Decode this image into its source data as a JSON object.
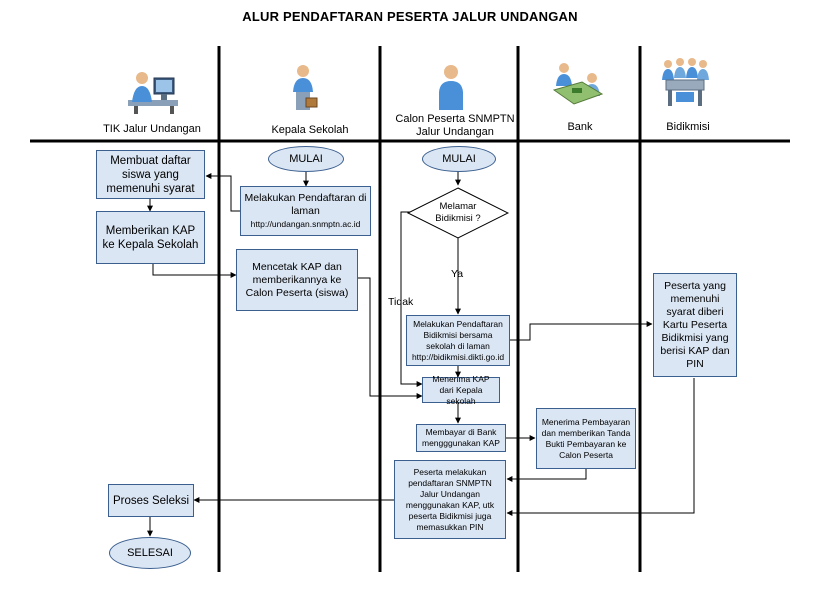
{
  "title": "ALUR PENDAFTARAN PESERTA JALUR UNDANGAN",
  "lanes": [
    {
      "label": "TIK Jalur Undangan",
      "icon": "computer-user-icon"
    },
    {
      "label": "Kepala Sekolah",
      "icon": "businessman-icon"
    },
    {
      "label": "Calon Peserta SNMPTN Jalur Undangan",
      "icon": "person-icon"
    },
    {
      "label": "Bank",
      "icon": "bank-teller-icon"
    },
    {
      "label": "Bidikmisi",
      "icon": "meeting-group-icon"
    }
  ],
  "nodes": {
    "tik_buat_daftar": "Membuat daftar siswa yang memenuhi syarat",
    "tik_beri_kap": "Memberikan KAP ke Kepala Sekolah",
    "tik_proses": "Proses Seleksi",
    "tik_selesai": "SELESAI",
    "ks_mulai": "MULAI",
    "ks_daftar": "Melakukan Pendaftaran di laman",
    "ks_daftar_url": "http://undangan.snmptn.ac.id",
    "ks_cetak": "Mencetak KAP dan memberikannya ke Calon Peserta (siswa)",
    "cp_mulai": "MULAI",
    "cp_decision": "Melamar Bidikmisi ?",
    "cp_daftar_bidik": "Melakukan Pendaftaran Bidikmisi bersama sekolah di laman",
    "cp_daftar_bidik_url": "http://bidikmisi.dikti.go.id",
    "cp_terima_kap": "Menerima KAP dari Kepala sekolah",
    "cp_bayar": "Membayar di Bank mengggunakan KAP",
    "cp_daftar_snmptn": "Peserta melakukan pendaftaran SNMPTN Jalur Undangan menggunakan KAP, utk peserta Bidikmisi juga memasukkan PIN",
    "bank_terima": "Menerima Pembayaran dan memberikan Tanda Bukti Pembayaran ke Calon Peserta",
    "bidik_beri_kartu": "Peserta yang memenuhi syarat diberi Kartu Peserta Bidikmisi yang berisi KAP dan PIN"
  },
  "branch_labels": {
    "yes": "Ya",
    "no": "Tidak"
  },
  "colors": {
    "box_fill": "#dbe6f4",
    "box_border": "#3b5f8f",
    "lane_line": "#000000"
  }
}
